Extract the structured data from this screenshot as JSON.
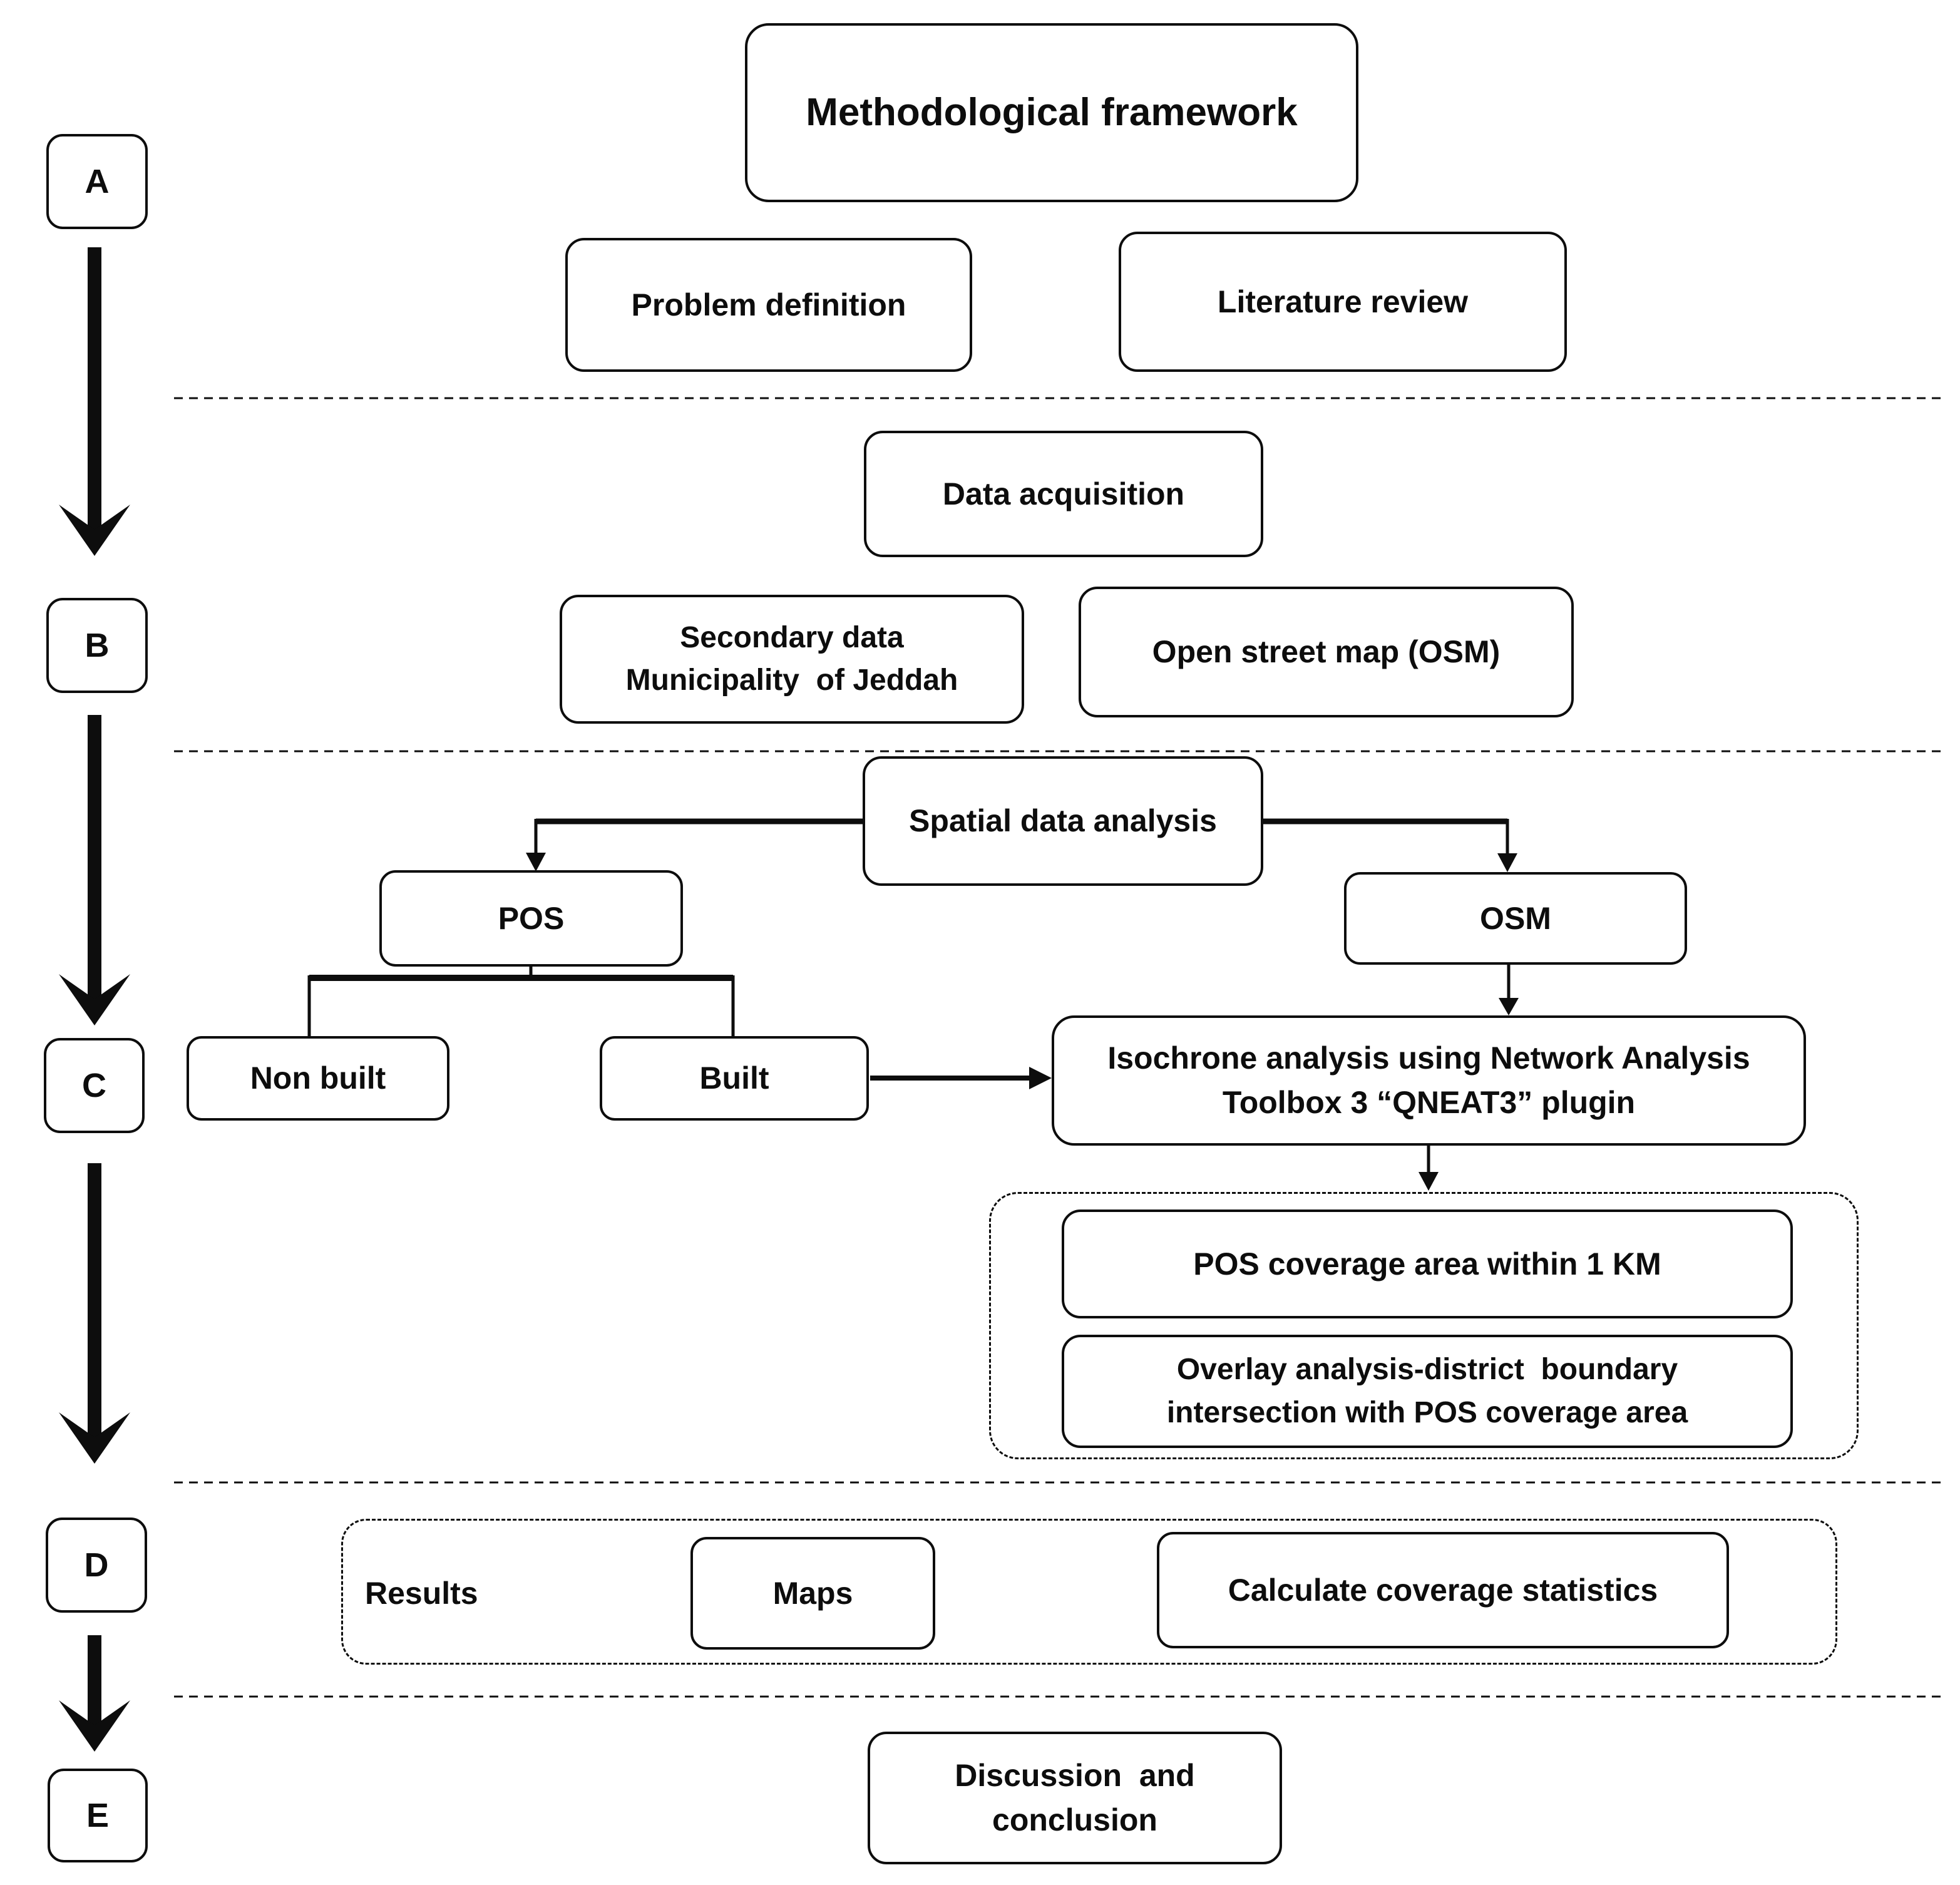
{
  "colors": {
    "ink": "#0d0d0d",
    "background": "#ffffff"
  },
  "title": {
    "label": "Methodological framework"
  },
  "stages": {
    "a": "A",
    "b": "B",
    "c": "C",
    "d": "D",
    "e": "E"
  },
  "phase_a": {
    "problem_definition": "Problem definition",
    "literature_review": "Literature review"
  },
  "phase_b": {
    "data_acquisition": "Data acquisition",
    "secondary_data": "Secondary data\nMunicipality  of Jeddah",
    "open_street_map": "Open street map (OSM)"
  },
  "phase_c": {
    "spatial_data_analysis": "Spatial data analysis",
    "pos": "POS",
    "osm": "OSM",
    "non_built": "Non built",
    "built": "Built",
    "isochrone": "Isochrone analysis using Network Analysis\nToolbox 3 “QNEAT3” plugin",
    "pos_coverage": "POS coverage area within 1 KM",
    "overlay": "Overlay analysis-district  boundary\nintersection with POS coverage area"
  },
  "phase_d": {
    "results": "Results",
    "maps": "Maps",
    "calculate_coverage": "Calculate coverage statistics"
  },
  "phase_e": {
    "discussion": "Discussion  and\nconclusion"
  }
}
